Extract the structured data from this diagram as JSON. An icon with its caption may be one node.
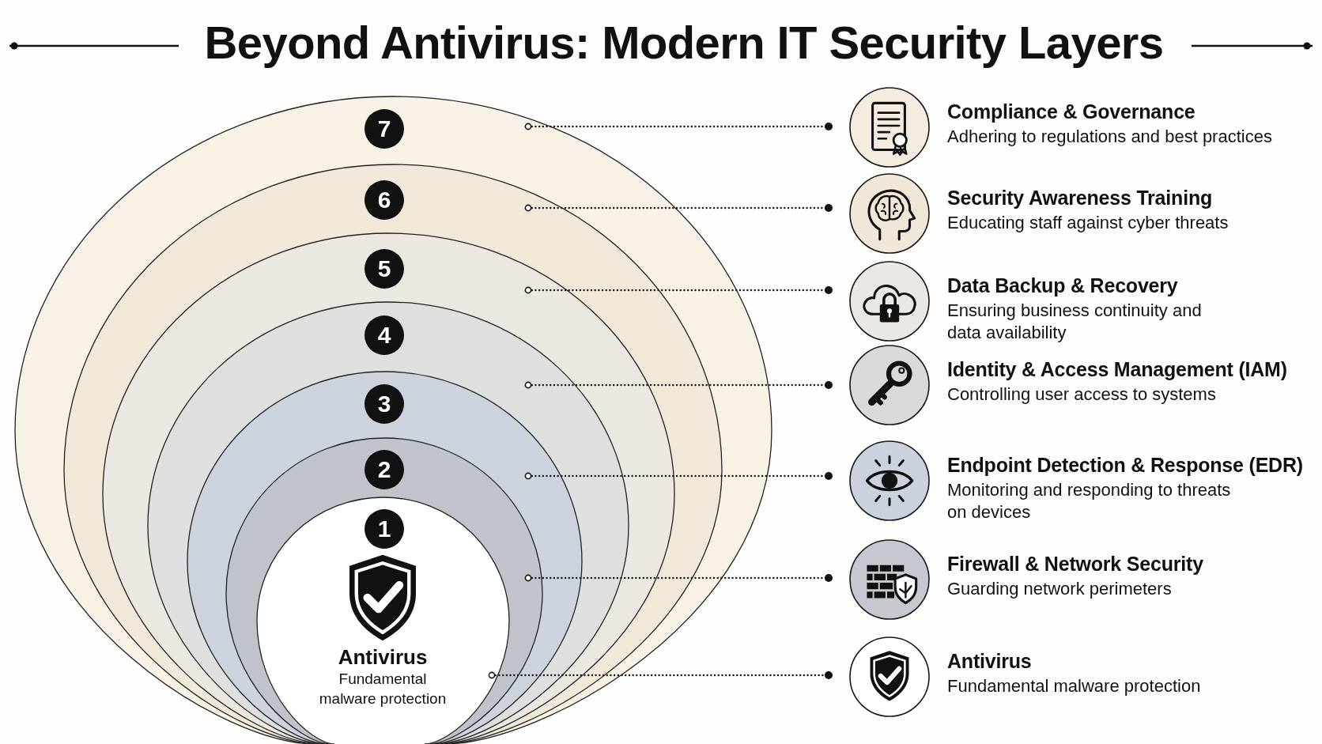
{
  "diagram": {
    "title": "Beyond Antivirus: Modern IT Security Layers",
    "nodes": [
      {
        "text": [
          "7"
        ]
      },
      {
        "text": [
          "6"
        ],
        "in": 0
      },
      {
        "text": [
          "5"
        ],
        "in": 1
      },
      {
        "text": [
          "4"
        ],
        "in": 2
      },
      {
        "text": [
          "3"
        ],
        "in": 3
      },
      {
        "text": [
          "2"
        ],
        "in": 4
      },
      {
        "text": [
          "1",
          "Antivirus",
          "Fundamental malware protection"
        ],
        "in": 5
      },
      {
        "text": [
          "Compliance & Governance",
          "Adhering to regulations and best practices"
        ]
      },
      {
        "text": [
          "Security Awareness Training",
          "Educating staff against cyber threats"
        ]
      },
      {
        "text": [
          "Data Backup & Recovery",
          "Ensuring business continuity and data availability"
        ]
      },
      {
        "text": [
          "Identity & Access Management (IAM)",
          "Controlling user access to systems"
        ]
      },
      {
        "text": [
          "Endpoint Detection & Response (EDR)",
          "Monitoring and responding to threats on devices"
        ]
      },
      {
        "text": [
          "Firewall & Network Security",
          "Guarding network perimeters"
        ]
      },
      {
        "text": [
          "Antivirus",
          "Fundamental malware protection"
        ]
      }
    ],
    "edges": [
      {
        "from": 0,
        "to": 7,
        "arrow": "other",
        "style": "dashed"
      },
      {
        "from": 1,
        "to": 8,
        "arrow": "other",
        "style": "dashed"
      },
      {
        "from": 2,
        "to": 9,
        "arrow": "other",
        "style": "dashed"
      },
      {
        "from": 3,
        "to": 10,
        "arrow": "other",
        "style": "dashed"
      },
      {
        "from": 4,
        "to": 11,
        "arrow": "other",
        "style": "dashed"
      },
      {
        "from": 5,
        "to": 12,
        "arrow": "other",
        "style": "dashed"
      },
      {
        "from": 6,
        "to": 13,
        "arrow": "other",
        "style": "dashed"
      }
    ]
  }
}
